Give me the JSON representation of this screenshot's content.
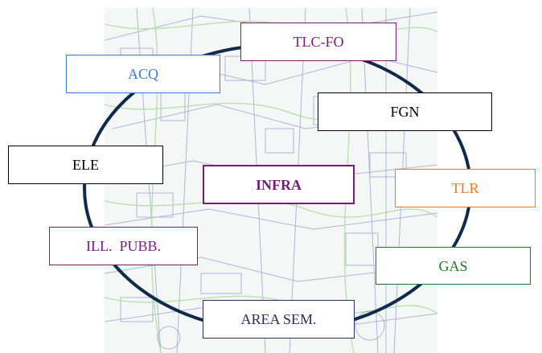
{
  "diagram": {
    "center": {
      "label": "INFRA",
      "color": "#7a1a7a"
    },
    "nodes": [
      {
        "id": "tlcfo",
        "label": "TLC-FO",
        "color": "#7a1a7a"
      },
      {
        "id": "acq",
        "label": "ACQ",
        "color": "#3a7bd5"
      },
      {
        "id": "fgn",
        "label": "FGN",
        "color": "#000000"
      },
      {
        "id": "ele",
        "label": "ELE",
        "color": "#000000"
      },
      {
        "id": "tlr",
        "label": "TLR",
        "color": "#ee7a1c"
      },
      {
        "id": "ill",
        "label": "ILL.  PUBB.",
        "color": "#7a1a7a"
      },
      {
        "id": "gas",
        "label": "GAS",
        "color": "#1e7a1e"
      },
      {
        "id": "area",
        "label": "AREA SEM.",
        "color": "#2b2b6b"
      }
    ],
    "ring_color": "#0f2a4a",
    "background": "faded-map-illustration"
  }
}
